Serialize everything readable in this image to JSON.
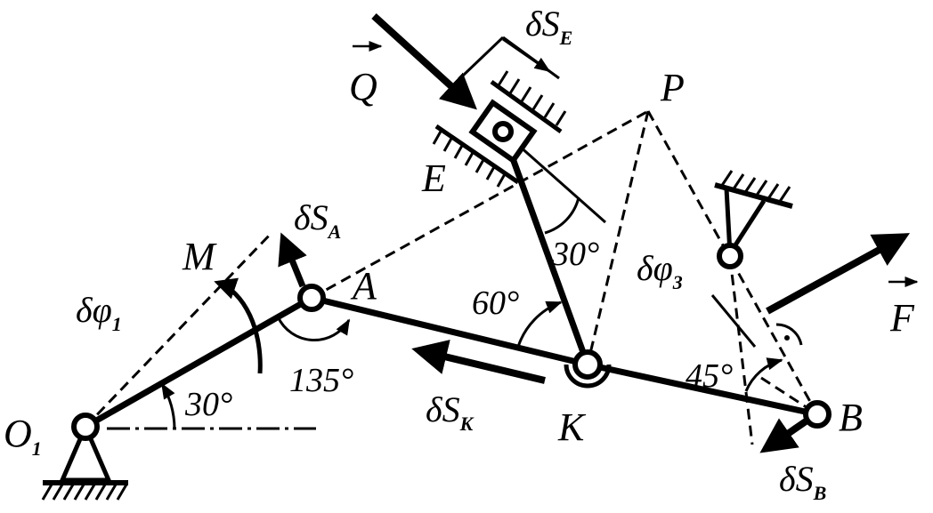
{
  "labels": {
    "o1": "O",
    "o1_sub": "1",
    "a": "A",
    "b": "B",
    "e": "E",
    "k": "K",
    "p": "P",
    "m": "M",
    "q": "Q",
    "f": "F",
    "ds_a": "δS",
    "ds_a_sub": "A",
    "ds_e": "δS",
    "ds_e_sub": "E",
    "ds_k": "δS",
    "ds_k_sub": "K",
    "ds_b": "δS",
    "ds_b_sub": "B",
    "dphi1": "δφ",
    "dphi1_sub": "1",
    "dphi3": "δφ",
    "dphi3_sub": "3"
  },
  "angles": {
    "o1": "30°",
    "a": "135°",
    "k": "60°",
    "e": "30°",
    "b": "45°"
  }
}
